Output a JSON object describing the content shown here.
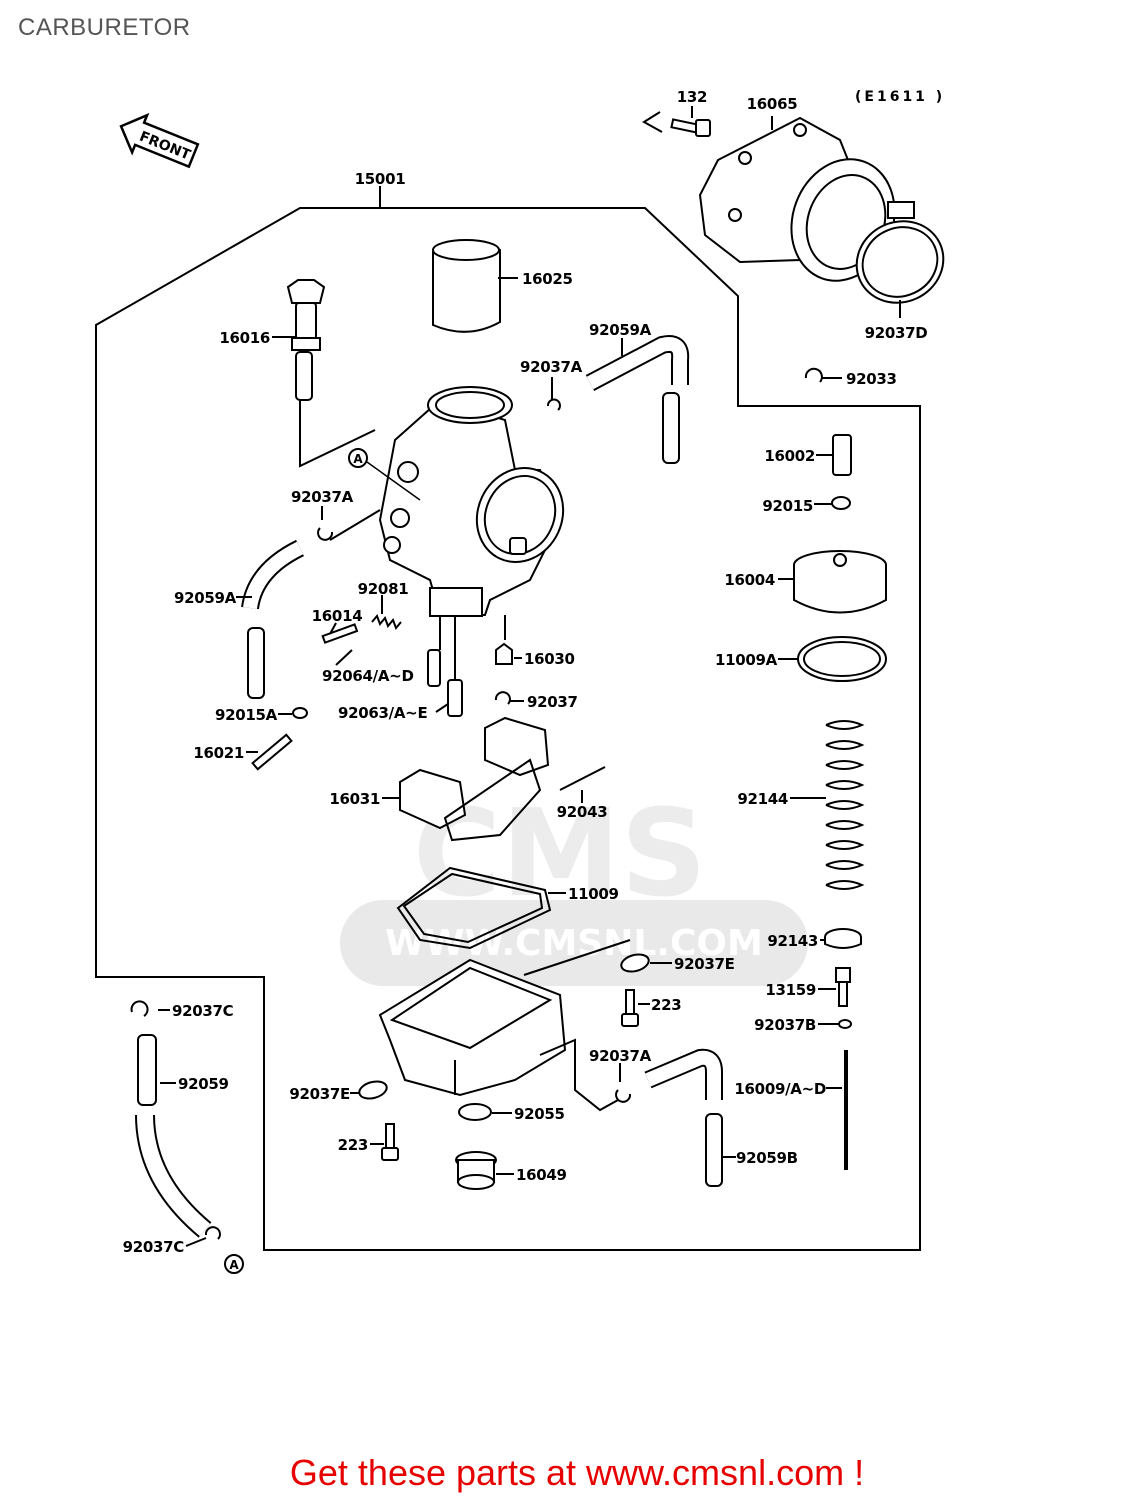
{
  "page": {
    "title": "CARBURETOR",
    "footer_link": "Get these parts at www.cmsnl.com !"
  },
  "diagram": {
    "code": "(E1611 )",
    "front_label": "FRONT",
    "ref_mark": "A",
    "watermark": "CMS",
    "watermark_url": "WWW.CMSNL.COM",
    "callouts": {
      "p132": "132",
      "p16065": "16065",
      "p15001": "15001",
      "p16025": "16025",
      "p92037D": "92037D",
      "p16016": "16016",
      "p92059A_top": "92059A",
      "p92037A_top": "92037A",
      "p92033": "92033",
      "p92037A_left": "92037A",
      "p16002": "16002",
      "p92015": "92015",
      "p16004": "16004",
      "p92059A_left": "92059A",
      "p92081": "92081",
      "p16014": "16014",
      "p16030": "16030",
      "p11009A": "11009A",
      "p92064": "92064/A~D",
      "p92037_mid": "92037",
      "p92015A": "92015A",
      "p92063": "92063/A~E",
      "p16021": "16021",
      "p16031": "16031",
      "p92043": "92043",
      "p92144": "92144",
      "p11009": "11009",
      "p92143": "92143",
      "p92037E_right": "92037E",
      "p13159": "13159",
      "p92037C_top": "92037C",
      "p223_right": "223",
      "p92037B": "92037B",
      "p92037A_bottom": "92037A",
      "p92059": "92059",
      "p16009": "16009/A~D",
      "p92037E_left": "92037E",
      "p92055": "92055",
      "p223_left": "223",
      "p92059B": "92059B",
      "p16049": "16049",
      "p92037C_bottom": "92037C"
    }
  }
}
